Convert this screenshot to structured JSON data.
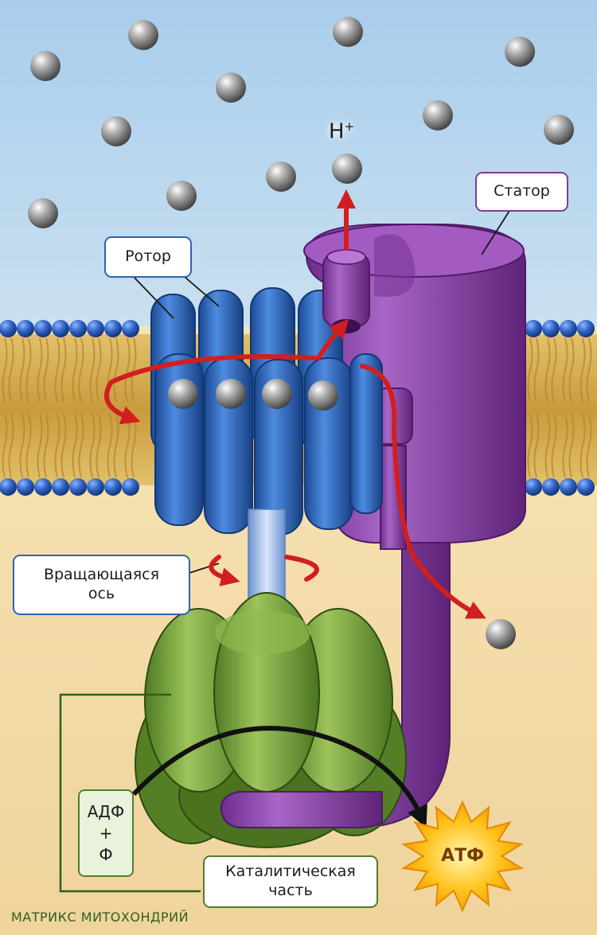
{
  "labels": {
    "rotor": "Ротор",
    "stator": "Статор",
    "axis_line1": "Вращающаяся",
    "axis_line2": "ось",
    "catalytic_line1": "Каталитическая",
    "catalytic_line2": "часть",
    "proton": "H",
    "proton_charge": "+",
    "adp": "АДФ",
    "plus": "+",
    "phosphate": "Ф",
    "atp": "АТФ",
    "matrix": "МАТРИКС МИТОХОНДРИЙ"
  },
  "colors": {
    "intermembrane_space": "#bcd8ee",
    "matrix": "#f3dfae",
    "membrane_head": "#2f63c4",
    "membrane_tail": "#d9b55f",
    "rotor": "#2c64b8",
    "stator": "#8c45a9",
    "catalytic": "#7da642",
    "proton_ion": "#8d8d8d",
    "arrow": "#d21e1e",
    "atp_star": "#ffc21a"
  }
}
